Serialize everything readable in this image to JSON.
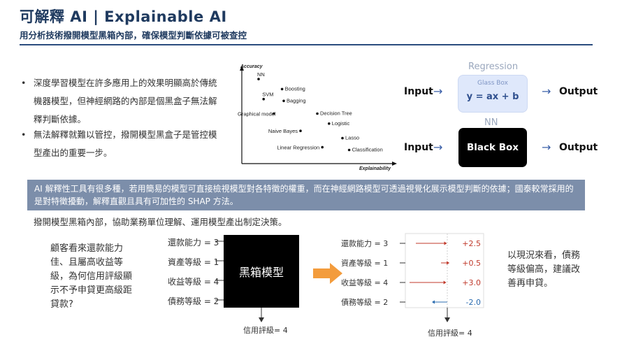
{
  "header": {
    "title": "可解釋 AI | Explainable AI",
    "subtitle": "用分析技術撥開模型黑箱內部，確保模型判斷依據可被查控"
  },
  "bullets": [
    "深度學習模型在許多應用上的效果明顯高於傳統機器模型，但神經網路的內部是個黑盒子無法解釋判斷依據。",
    "無法解釋就難以管控，撥開模型黑盒子是管控模型產出的重要一步。"
  ],
  "scatter": {
    "ylabel": "Accuracy",
    "xlabel": "Explainability",
    "points": [
      {
        "label": "NN",
        "x": 1.0,
        "y": 9.3
      },
      {
        "label": "Boosting",
        "x": 2.4,
        "y": 8.2
      },
      {
        "label": "SVM",
        "x": 1.3,
        "y": 7.1
      },
      {
        "label": "Bagging",
        "x": 2.5,
        "y": 6.9
      },
      {
        "label": "Graphical model",
        "x": 1.9,
        "y": 5.5
      },
      {
        "label": "Decision Tree",
        "x": 4.5,
        "y": 5.5
      },
      {
        "label": "Logistic",
        "x": 5.2,
        "y": 4.4
      },
      {
        "label": "Naive Bayes",
        "x": 3.5,
        "y": 3.6
      },
      {
        "label": "Lasso",
        "x": 6.0,
        "y": 2.8
      },
      {
        "label": "Linear Regression",
        "x": 4.8,
        "y": 1.8
      },
      {
        "label": "Classification",
        "x": 6.4,
        "y": 1.5
      }
    ]
  },
  "models": {
    "regression_label": "Regression",
    "glass_box_label": "Glass Box",
    "equation": "y = ax + b",
    "nn_label": "NN",
    "black_box_label": "Black Box",
    "input": "Input",
    "output": "Output",
    "arrow": "→"
  },
  "banner": "AI 解釋性工具有很多種，若用簡易的模型可直接檢視模型對各特徵的權重，而在神經網路模型可透過視覺化展示模型判斷的依據；國泰較常採用的是對特徵擾動，解釋直觀且具有可加性的 SHAP 方法。",
  "mid_text": "撥開模型黑箱內部，協助業務單位理解、運用模型產出制定決策。",
  "question": "顧客看來還款能力佳、且屬高收益等級，為何信用評級顯示不予申貸更高級距貸款?",
  "features": [
    {
      "label": "還款能力 = 3",
      "shap": 2.5,
      "display": "+2.5",
      "color": "#c0392b"
    },
    {
      "label": "資產等級 = 1",
      "shap": 0.5,
      "display": "+0.5",
      "color": "#c0392b"
    },
    {
      "label": "收益等級 = 4",
      "shap": 3.0,
      "display": "+3.0",
      "color": "#c0392b"
    },
    {
      "label": "債務等級 = 2",
      "shap": -2.0,
      "display": "-2.0",
      "color": "#2b6cb0"
    }
  ],
  "black_box_cn": "黑箱模型",
  "result": "信用評級= 4",
  "conclusion": "以現況來看，債務等級偏高，建議改善再申貸。"
}
